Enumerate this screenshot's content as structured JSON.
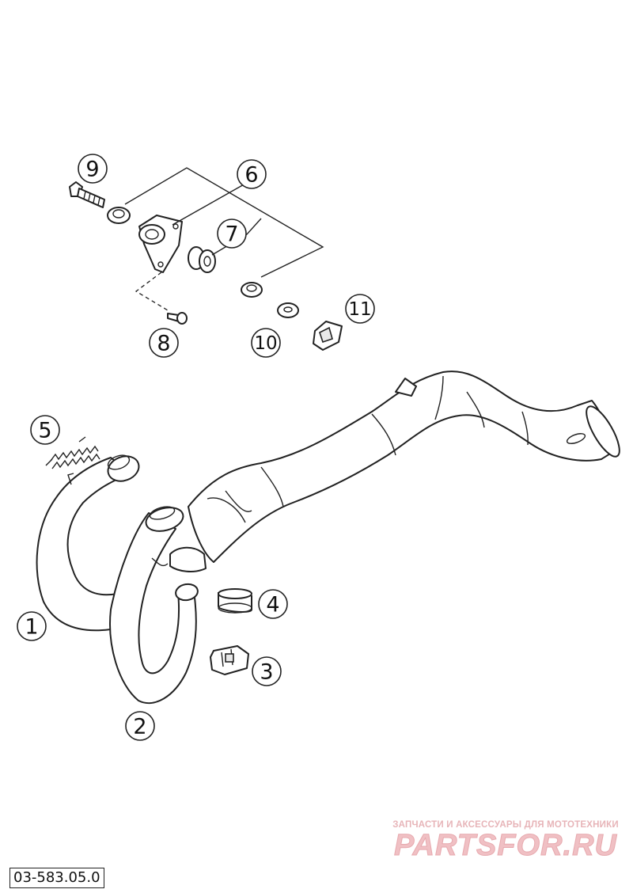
{
  "diagram": {
    "callouts": [
      {
        "id": "1",
        "label": "1"
      },
      {
        "id": "2",
        "label": "2"
      },
      {
        "id": "3",
        "label": "3"
      },
      {
        "id": "4",
        "label": "4"
      },
      {
        "id": "5",
        "label": "5"
      },
      {
        "id": "6",
        "label": "6"
      },
      {
        "id": "7",
        "label": "7"
      },
      {
        "id": "8",
        "label": "8"
      },
      {
        "id": "9",
        "label": "9"
      },
      {
        "id": "10",
        "label": "10"
      },
      {
        "id": "11",
        "label": "11"
      }
    ],
    "drawing_code": "03-583.05.0"
  },
  "watermark": {
    "tagline": "ЗАПЧАСТИ И АКСЕССУАРЫ ДЛЯ МОТОТЕХНИКИ",
    "logo": "PARTSFOR.RU",
    "color": "#f0c0c4"
  }
}
